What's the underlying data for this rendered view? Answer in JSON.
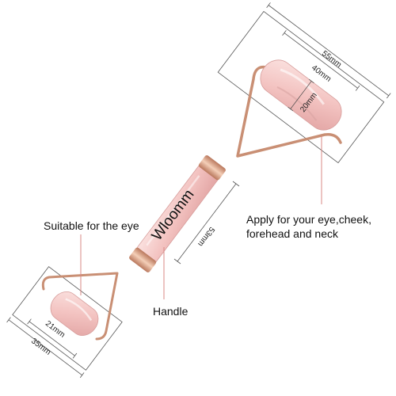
{
  "product": {
    "brand": "Wloomm"
  },
  "dimensions": {
    "large_roller_length": "55mm",
    "large_roller_inner": "40mm",
    "large_roller_diameter": "20mm",
    "handle_length": "53mm",
    "small_roller_diameter": "21mm",
    "small_roller_length": "35mm"
  },
  "callouts": {
    "apply_line1": "Apply for your eye,cheek,",
    "apply_line2": "forehead and neck",
    "suitable": "Suitable for the eye",
    "handle": "Handle"
  },
  "colors": {
    "jade": "#f5c9c7",
    "jade_dark": "#e6a9a8",
    "frame": "#c98f74",
    "pointer": "#d98a86"
  }
}
